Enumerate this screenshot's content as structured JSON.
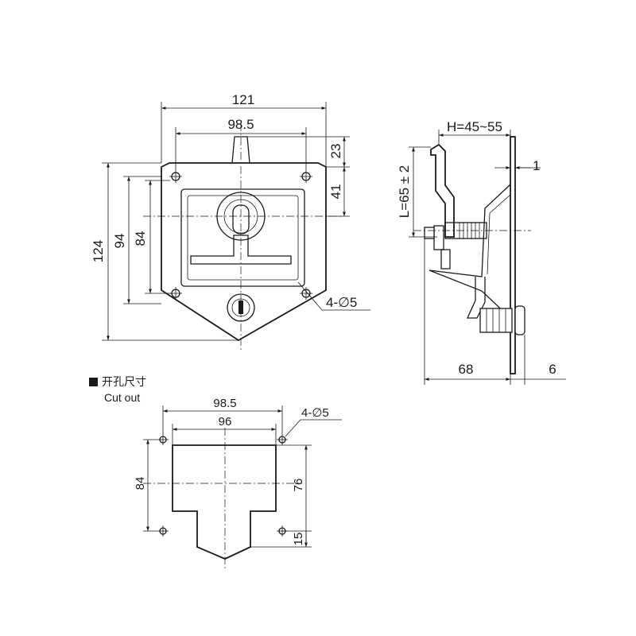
{
  "front_view": {
    "dims": {
      "overall_width": "121",
      "hole_spacing_width": "98.5",
      "overall_height": "124",
      "height_94": "94",
      "hole_spacing_height": "84",
      "top_23": "23",
      "top_41": "41",
      "holes": "4-∅5"
    }
  },
  "side_view": {
    "dims": {
      "h_range": "H=45~55",
      "l_length": "L=65 ± 2",
      "thickness": "1",
      "depth": "68",
      "flange": "6"
    }
  },
  "cutout": {
    "title_cn": "开孔尺寸",
    "title_en": "Cut out",
    "dims": {
      "hole_spacing_width": "98.5",
      "opening_width": "96",
      "holes": "4-∅5",
      "hole_spacing_height": "84",
      "opening_height": "76",
      "lower_15": "15"
    }
  }
}
